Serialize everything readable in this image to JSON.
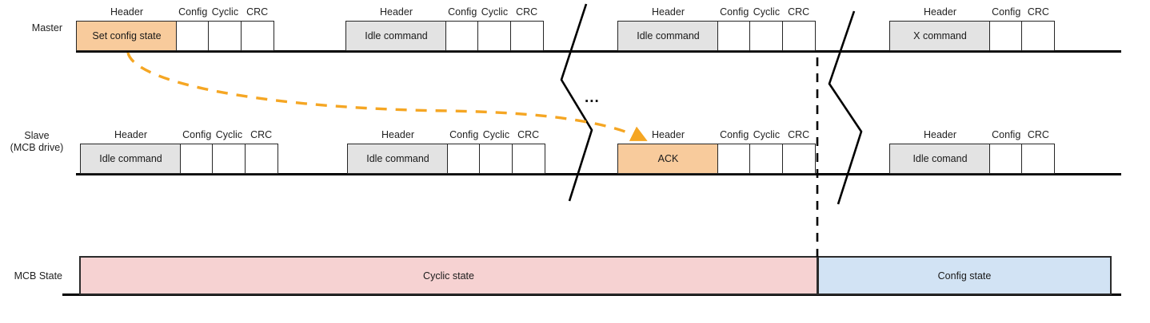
{
  "diagram": {
    "title": "MCB master/slave frame timing diagram",
    "colors": {
      "orange_fill": "#f8cb9c",
      "grey_fill": "#e3e3e3",
      "cyclic_state_fill": "#f6d2d2",
      "config_state_fill": "#d2e3f4",
      "arrow_orange": "#f5a623",
      "line_black": "#000000"
    },
    "rows": [
      {
        "id": "master",
        "label_line1": "Master",
        "label_line2": ""
      },
      {
        "id": "slave",
        "label_line1": "Slave",
        "label_line2": "(MCB drive)"
      },
      {
        "id": "mcb_state",
        "label_line1": "MCB State",
        "label_line2": ""
      }
    ],
    "captions": {
      "header": "Header",
      "config": "Config",
      "cyclic": "Cyclic",
      "crc": "CRC"
    },
    "ellipsis": "...",
    "master_frames": [
      {
        "header_label": "Set config state",
        "header_fill": "orange",
        "fields": [
          "Config",
          "Cyclic",
          "CRC"
        ]
      },
      {
        "header_label": "Idle command",
        "header_fill": "grey",
        "fields": [
          "Config",
          "Cyclic",
          "CRC"
        ]
      },
      {
        "header_label": "Idle command",
        "header_fill": "grey",
        "fields": [
          "Config",
          "Cyclic",
          "CRC"
        ]
      },
      {
        "header_label": "X command",
        "header_fill": "grey",
        "fields": [
          "Config",
          "CRC"
        ]
      }
    ],
    "slave_frames": [
      {
        "header_label": "Idle command",
        "header_fill": "grey",
        "fields": [
          "Config",
          "Cyclic",
          "CRC"
        ]
      },
      {
        "header_label": "Idle command",
        "header_fill": "grey",
        "fields": [
          "Config",
          "Cyclic",
          "CRC"
        ]
      },
      {
        "header_label": "ACK",
        "header_fill": "orange",
        "fields": [
          "Config",
          "Cyclic",
          "CRC"
        ]
      },
      {
        "header_label": "Idle comand",
        "header_fill": "grey",
        "fields": [
          "Config",
          "CRC"
        ]
      }
    ],
    "states": [
      {
        "label": "Cyclic state",
        "fill": "cyclic"
      },
      {
        "label": "Config state",
        "fill": "config"
      }
    ]
  }
}
